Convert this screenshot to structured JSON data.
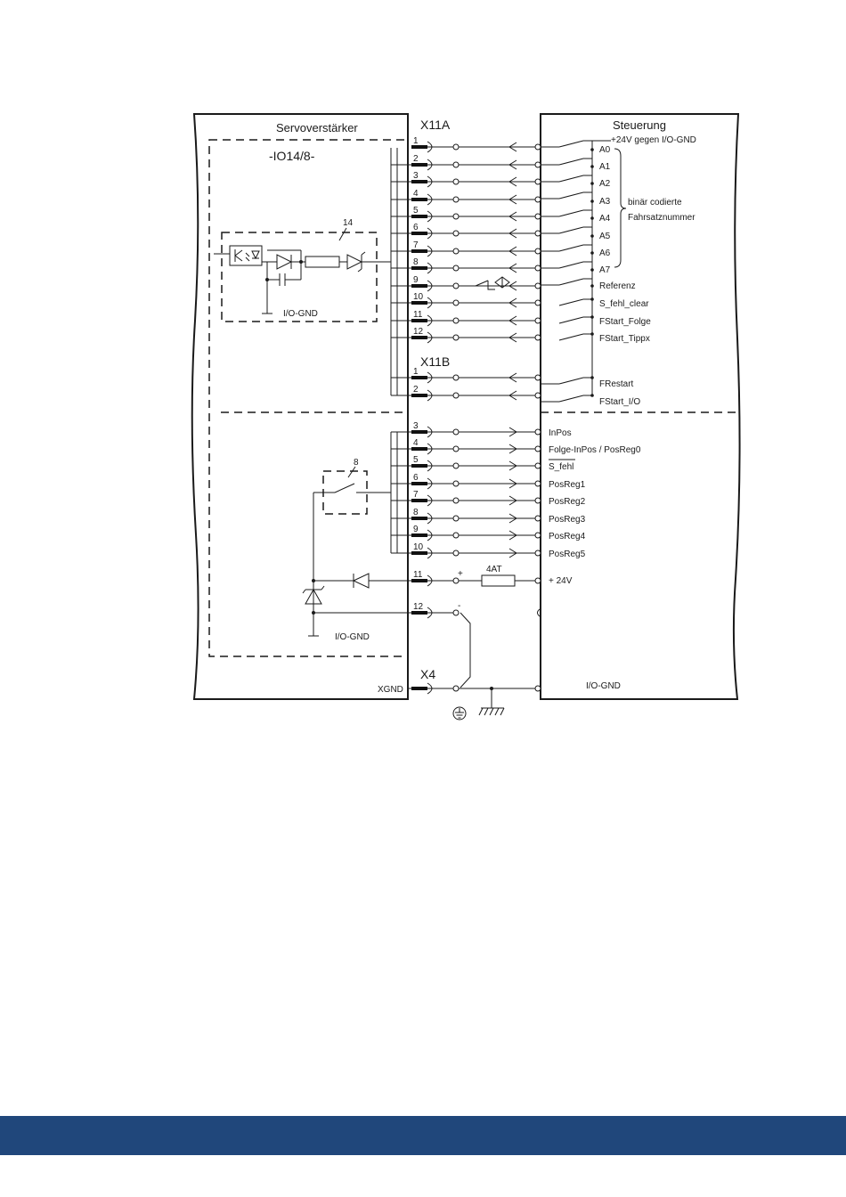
{
  "servo": {
    "title": "Servoverstärker",
    "module": "-IO14/8-",
    "io_gnd_top": "I/O-GND",
    "io_gnd_bottom": "I/O-GND",
    "xgnd": "XGND",
    "label_14": "14",
    "label_8": "8"
  },
  "connectors": {
    "x11a": "X11A",
    "x11b": "X11B",
    "x4": "X4"
  },
  "control": {
    "title": "Steuerung",
    "supply": "+24V gegen I/O-GND",
    "brace_line1": "binär codierte",
    "brace_line2": "Fahrsatznummer",
    "io_gnd": "I/O-GND"
  },
  "inputs_x11a": [
    {
      "pin": "1",
      "signal": ""
    },
    {
      "pin": "2",
      "signal": "A0"
    },
    {
      "pin": "3",
      "signal": "A1"
    },
    {
      "pin": "4",
      "signal": "A2"
    },
    {
      "pin": "5",
      "signal": "A3"
    },
    {
      "pin": "6",
      "signal": "A4"
    },
    {
      "pin": "7",
      "signal": "A5"
    },
    {
      "pin": "8",
      "signal": "A6"
    },
    {
      "pin": "9",
      "signal": "A7"
    },
    {
      "pin": "10",
      "signal": "Referenz"
    },
    {
      "pin": "11",
      "signal": "S_fehl_clear"
    },
    {
      "pin": "12",
      "signal": "FStart_Folge"
    }
  ],
  "signals_x11a": [
    "A0",
    "A1",
    "A2",
    "A3",
    "A4",
    "A5",
    "A6",
    "A7",
    "Referenz",
    "S_fehl_clear",
    "FStart_Folge",
    "FStart_Tippx"
  ],
  "pins_x11a": [
    "1",
    "2",
    "3",
    "4",
    "5",
    "6",
    "7",
    "8",
    "9",
    "10",
    "11",
    "12"
  ],
  "inputs_x11b": [
    {
      "pin": "1",
      "signal": "FRestart"
    },
    {
      "pin": "2",
      "signal": "FStart_I/O"
    }
  ],
  "outputs_x11b": [
    {
      "pin": "3",
      "signal": "InPos"
    },
    {
      "pin": "4",
      "signal": "Folge-InPos / PosReg0"
    },
    {
      "pin": "5",
      "signal": "S_fehl"
    },
    {
      "pin": "6",
      "signal": "PosReg1"
    },
    {
      "pin": "7",
      "signal": "PosReg2"
    },
    {
      "pin": "8",
      "signal": "PosReg3"
    },
    {
      "pin": "9",
      "signal": "PosReg4"
    },
    {
      "pin": "10",
      "signal": "PosReg5"
    }
  ],
  "supply_rows": [
    {
      "pin": "11",
      "signal": "+ 24V",
      "polarity": "+"
    },
    {
      "pin": "12",
      "signal": "",
      "polarity": "-"
    }
  ],
  "fuse": "4AT",
  "colors": {
    "ink": "#1a1a1a",
    "footer": "#20477b"
  }
}
